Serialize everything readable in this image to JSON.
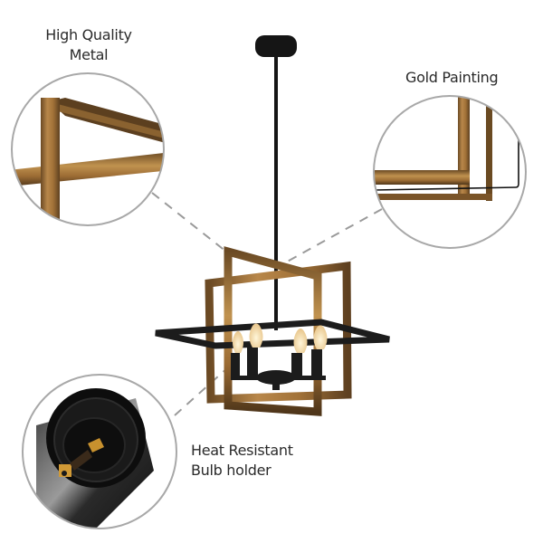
{
  "callouts": [
    {
      "id": "metal",
      "line1": "High Quality",
      "line2": "Metal"
    },
    {
      "id": "gold",
      "line1": "Gold Painting"
    },
    {
      "id": "holder",
      "line1": "Heat Resistant",
      "line2": "Bulb holder"
    }
  ],
  "colors": {
    "frame_black": "#1c1c1c",
    "wood_gold": "#a97a3e",
    "wood_dark": "#5a3d1e",
    "circle_stroke": "#a8a8a8",
    "dash": "#9a9a9a",
    "bulb_glow": "#f5e2b8",
    "text": "#2a2a2a"
  }
}
